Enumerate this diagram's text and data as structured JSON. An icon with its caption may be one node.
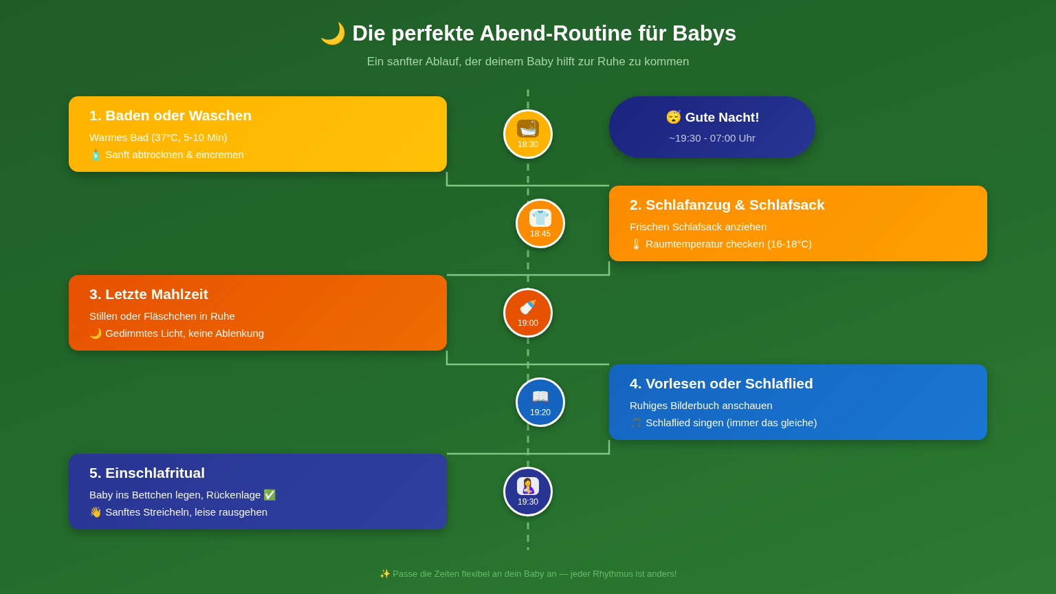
{
  "diagram": {
    "title": "🌙 Die perfekte Abend-Routine für Babys",
    "caption": "✨ Passe die Zeiten flexibel an dein Baby an — jeder Rhythmus ist anders!",
    "labels": [
      "Ein sanfter Ablauf, der deinem Baby hilft zur Ruhe zu kommen"
    ],
    "nodes": [
      {
        "text": [
          "1. Baden oder Waschen",
          "Warmes Bad (37°C, 5-10 Min)",
          "🧴 Sanft abtrocknen & eincremen"
        ]
      },
      {
        "text": [
          "🛁",
          "18:30"
        ]
      },
      {
        "text": [
          "😴 Gute Nacht!",
          "~19:30 - 07:00 Uhr"
        ]
      },
      {
        "text": [
          "👕",
          "18:45"
        ]
      },
      {
        "text": [
          "2. Schlafanzug & Schlafsack",
          "Frischen Schlafsack anziehen",
          "🌡 Raumtemperatur checken (16-18°C)"
        ]
      },
      {
        "text": [
          "3. Letzte Mahlzeit",
          "Stillen oder Fläschchen in Ruhe",
          "🌙 Gedimmtes Licht, keine Ablenkung"
        ]
      },
      {
        "text": [
          "🍼",
          "19:00"
        ]
      },
      {
        "text": [
          "📖",
          "19:20"
        ]
      },
      {
        "text": [
          "4. Vorlesen oder Schlaflied",
          "Ruhiges Bilderbuch anschauen",
          "🎵 Schlaflied singen (immer das gleiche)"
        ]
      },
      {
        "text": [
          "5. Einschlafritual",
          "Baby ins Bettchen legen, Rückenlage ✅",
          "👋 Sanftes Streicheln, leise rausgehen"
        ]
      },
      {
        "text": [
          "🤱",
          "19:30"
        ]
      }
    ],
    "edges": [
      {
        "from": 0,
        "to": 4,
        "arrow": "none"
      },
      {
        "from": 4,
        "to": 5,
        "arrow": "none"
      },
      {
        "from": 5,
        "to": 8,
        "arrow": "none"
      },
      {
        "from": 8,
        "to": 9,
        "arrow": "none"
      }
    ]
  }
}
